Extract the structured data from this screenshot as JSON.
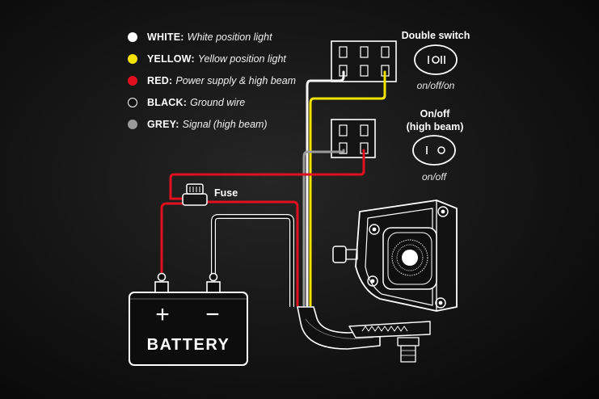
{
  "legend": [
    {
      "name": "WHITE:",
      "desc": "White position light",
      "color": "#ffffff",
      "hollow": false
    },
    {
      "name": "YELLOW:",
      "desc": "Yellow position light",
      "color": "#f2e400",
      "hollow": false
    },
    {
      "name": "RED:",
      "desc": "Power supply & high beam",
      "color": "#e0101e",
      "hollow": false
    },
    {
      "name": "BLACK:",
      "desc": "Ground wire",
      "color": "#111111",
      "hollow": true
    },
    {
      "name": "GREY:",
      "desc": "Signal (high beam)",
      "color": "#9a9a9a",
      "hollow": false
    }
  ],
  "switches": {
    "double_title": "Double switch",
    "double_state": "on/off/on",
    "onoff_title_line1": "On/off",
    "onoff_title_line2": "(high beam)",
    "onoff_state": "on/off",
    "double_symbol": "I O II",
    "onoff_symbol": "I O"
  },
  "fuse_label": "Fuse",
  "battery": {
    "label": "BATTERY",
    "plus": "+",
    "minus": "−"
  },
  "colors": {
    "white_wire": "#f4f4f4",
    "yellow_wire": "#f2e400",
    "red_wire": "#e0101e",
    "grey_wire": "#9a9a9a",
    "outline": "#ffffff",
    "background": "#151515"
  }
}
